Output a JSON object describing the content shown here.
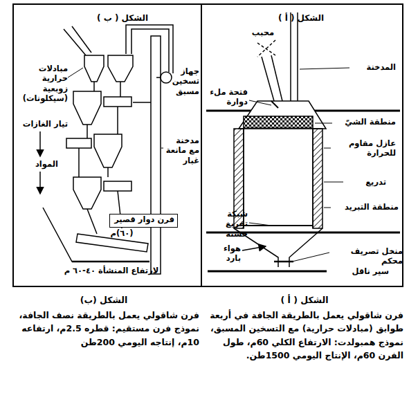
{
  "diagram": {
    "nodes": [
      {
        "text": [
          "الشكل ( أ )"
        ]
      },
      {
        "text": [
          "الشكل ( ب )"
        ]
      },
      {
        "text": [
          "فرن دوار قصير"
        ],
        "in": 1
      }
    ],
    "labels": [
      "محبب",
      "المدخنة",
      "فتحة ملء دوارة",
      "منطقة الشيّ",
      "عازل مقاوم للحرارة",
      "تدريع",
      "منطقة التبريد",
      "شبكة تفريغ خشنة",
      "هواء بارد",
      "منخل تصريف محكم",
      "سير ناقل",
      "مبادلات حرارية زوبعية (سيكلونات)",
      "تيار الغازات",
      "المواد",
      "جهاز تسخين مسبق",
      "مدخنة مع مانعة غبار",
      "(٦٠)م",
      "لارتفاع المنشأة ٤٠-٦٠ م",
      "الشكل ( أ )",
      "الشكل (ب)",
      "فرن شاقولي يعمل بالطريقة الجافة في أربعة طوابق (مبادلات حرارية) مع التسخين المسبق، نموذج همبولدت: الارتفاع الكلي 60م، طول الفرن 60م، الإنتاج اليومي 1500طن.",
      "فرن شاقولي يعمل بالطريقة نصف الجافة، نموذج فرن مستقيم: قطره 2.5م، ارتفاعه 10م، إنتاجه اليومي 200طن"
    ]
  }
}
